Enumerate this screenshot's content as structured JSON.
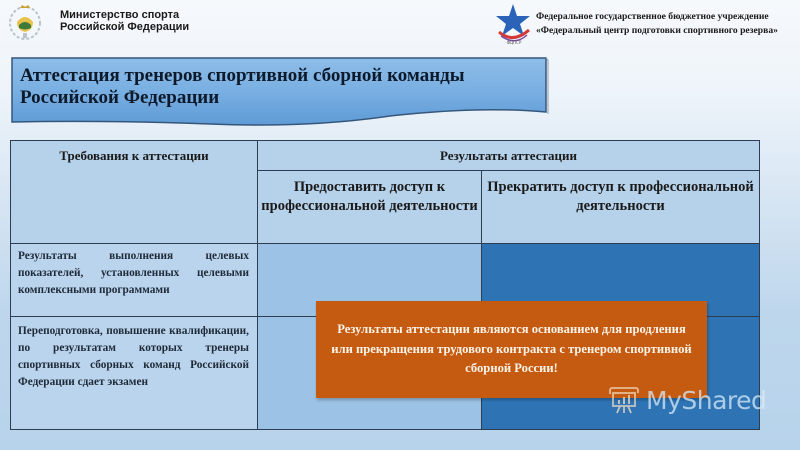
{
  "header": {
    "ministry": {
      "line1": "Министерство спорта",
      "line2": "Российской Федерации",
      "icon": "coat-of-arms-emblem"
    },
    "institution": {
      "line1": "Федеральное государственное бюджетное учреждение",
      "line2": "«Федеральный центр подготовки спортивного резерва»",
      "icon": "star-logo"
    }
  },
  "title": {
    "line1": "Аттестация тренеров спортивной сборной команды",
    "line2": "Российской Федерации"
  },
  "table": {
    "headers": {
      "requirements": "Требования к аттестации",
      "results": "Результаты аттестации",
      "grant_access": "Предоставить доступ к профессиональной деятельности",
      "terminate_access": "Прекратить доступ к профессиональной деятельности"
    },
    "rows": [
      {
        "requirement": "Результаты выполнения целевых показателей, установленных целевыми комплексными программами"
      },
      {
        "requirement": "Переподготовка, повышение квалификации, по результатам которых тренеры спортивных сборных команд Российской Федерации сдает экзамен"
      }
    ],
    "colors": {
      "header_bg": "#b6d2ea",
      "grant_bg": "#9cc2e5",
      "terminate_bg": "#2e74b5"
    }
  },
  "callout": {
    "text": "Результаты аттестации являются основанием для продления или прекращения трудового контракта с тренером спортивной сборной России!",
    "color": "#c55a11"
  },
  "watermark": {
    "text": "MyShared",
    "icon": "presentation-board-icon"
  }
}
